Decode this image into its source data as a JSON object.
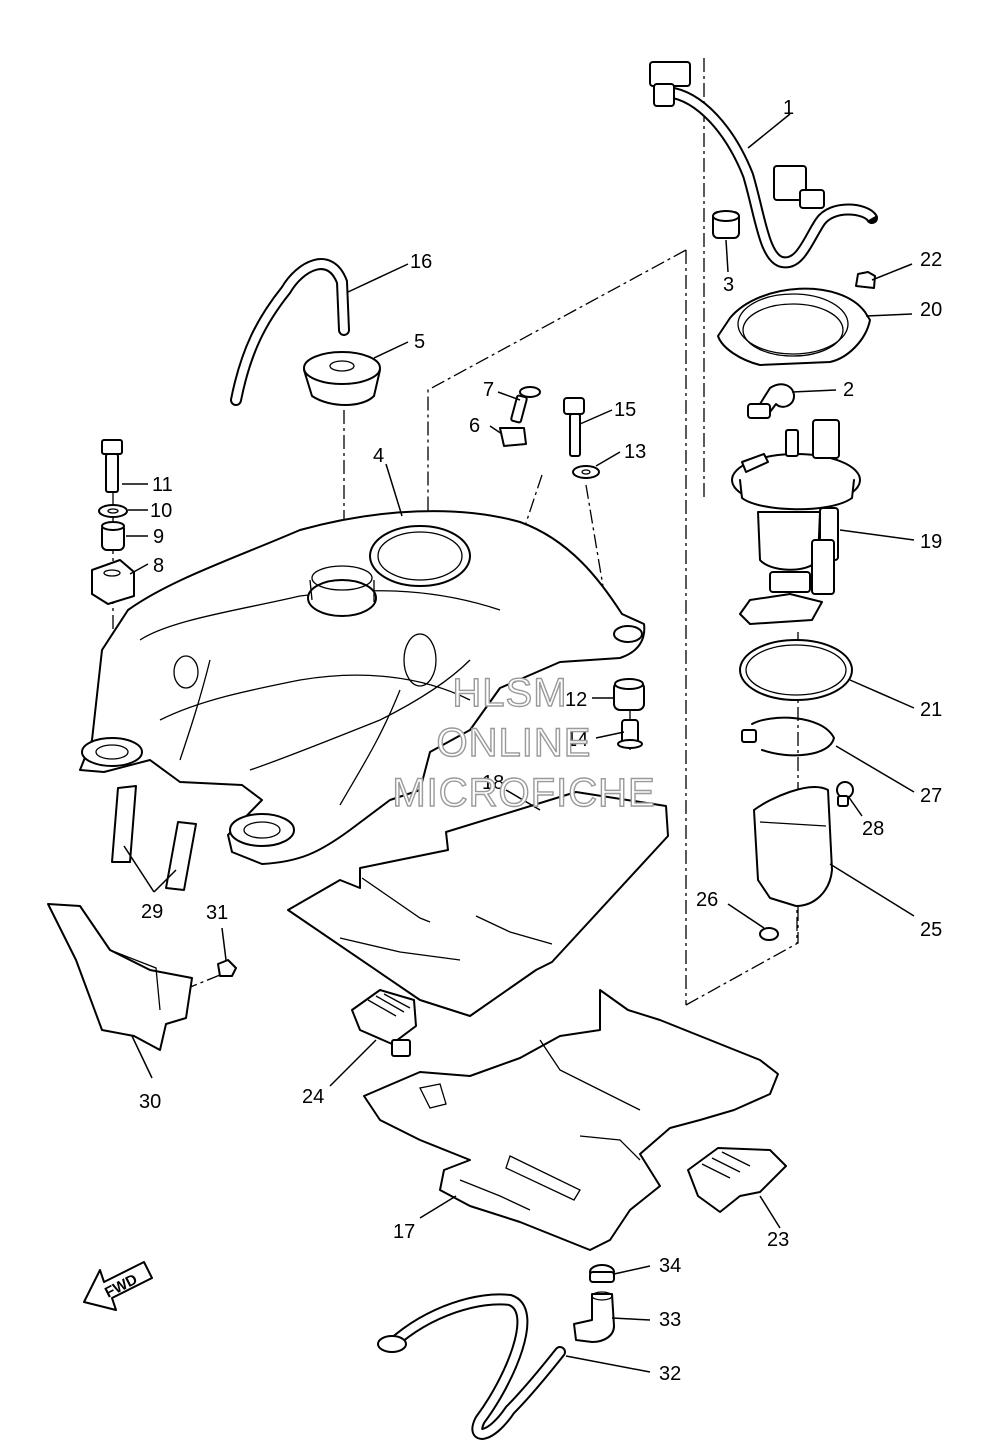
{
  "callouts": [
    "1",
    "2",
    "3",
    "4",
    "5",
    "6",
    "7",
    "8",
    "9",
    "10",
    "11",
    "12",
    "13",
    "14",
    "15",
    "16",
    "17",
    "18",
    "19",
    "20",
    "21",
    "22",
    "23",
    "24",
    "25",
    "26",
    "27",
    "28",
    "29",
    "30",
    "31",
    "32",
    "33",
    "34"
  ],
  "watermark": [
    "HLSM",
    "ONLINE",
    "MICROFICHE"
  ],
  "direction_label": "FWD",
  "colors": {
    "line": "#000000",
    "background": "#ffffff",
    "watermark": "#9a9a9a"
  }
}
